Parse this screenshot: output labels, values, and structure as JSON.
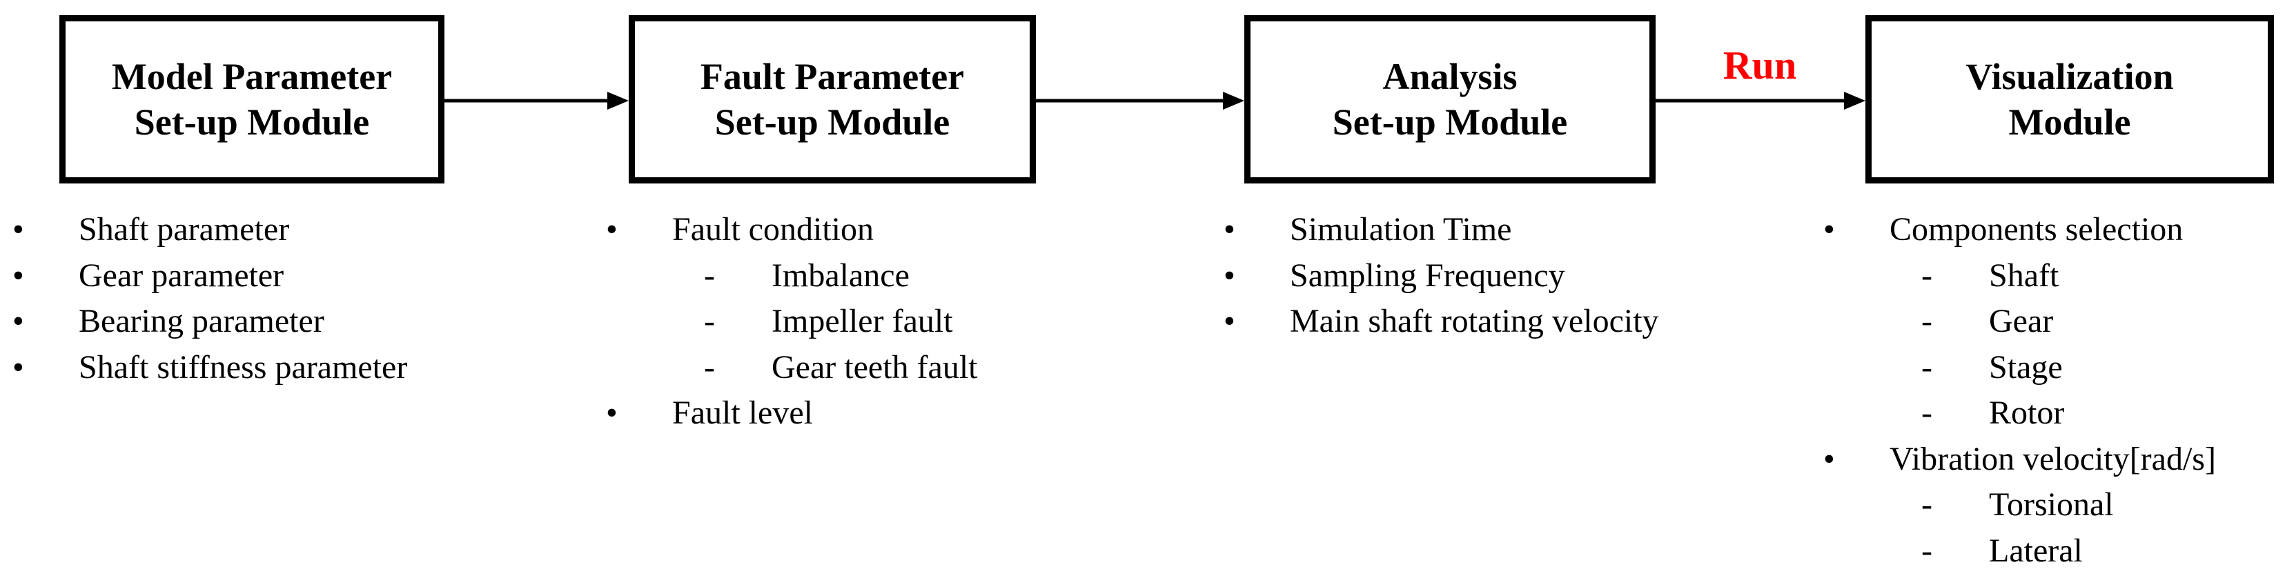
{
  "modules": [
    {
      "title_line1": "Model Parameter",
      "title_line2": "Set-up Module"
    },
    {
      "title_line1": "Fault Parameter",
      "title_line2": "Set-up Module"
    },
    {
      "title_line1": "Analysis",
      "title_line2": "Set-up Module"
    },
    {
      "title_line1": "Visualization",
      "title_line2": "Module"
    }
  ],
  "run_label": "Run",
  "run_label_color": "#ff0000",
  "bullet_glyph": "•",
  "dash_glyph": "-",
  "lists": [
    {
      "items": [
        {
          "label": "Shaft parameter"
        },
        {
          "label": "Gear parameter"
        },
        {
          "label": "Bearing parameter"
        },
        {
          "label": "Shaft stiffness parameter"
        }
      ]
    },
    {
      "items": [
        {
          "label": "Fault condition",
          "sub_items": [
            "Imbalance",
            "Impeller fault",
            "Gear teeth fault"
          ]
        },
        {
          "label": "Fault level"
        }
      ]
    },
    {
      "items": [
        {
          "label": "Simulation Time"
        },
        {
          "label": "Sampling Frequency"
        },
        {
          "label": "Main shaft rotating velocity"
        }
      ]
    },
    {
      "items": [
        {
          "label": "Components selection",
          "sub_items": [
            "Shaft",
            "Gear",
            "Stage",
            "Rotor"
          ]
        },
        {
          "label": "Vibration velocity[rad/s]",
          "sub_items": [
            "Torsional",
            "Lateral"
          ]
        }
      ]
    }
  ]
}
